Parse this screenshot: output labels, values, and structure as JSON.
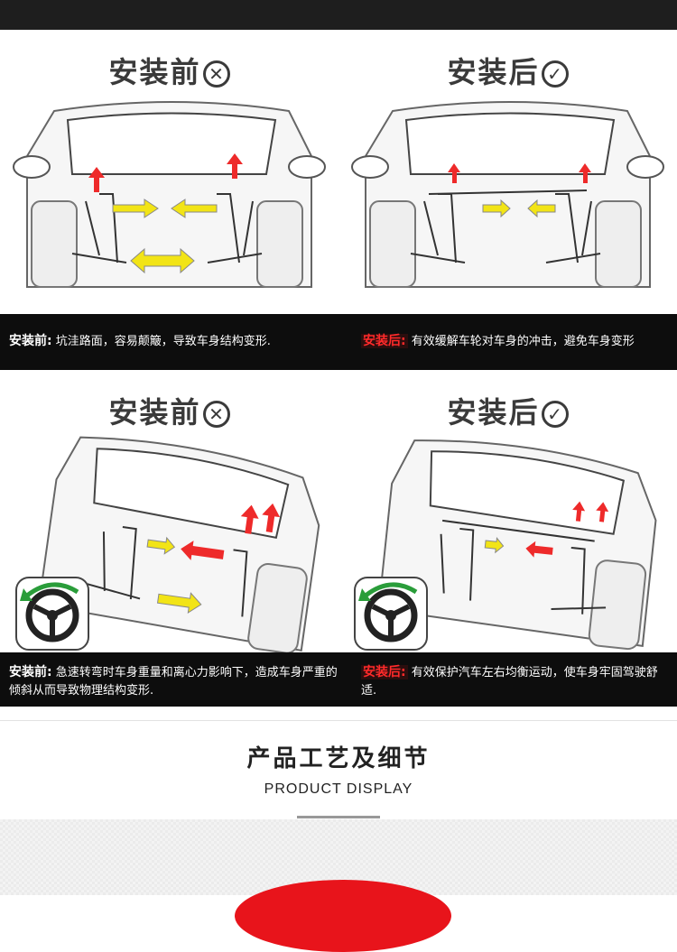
{
  "panels_row1": {
    "before_heading": "安装前",
    "before_mark": "✕",
    "after_heading": "安装后",
    "after_mark": "✓"
  },
  "caption_row1": {
    "before_label": "安装前:",
    "before_text": "坑洼路面，容易颠簸，导致车身结构变形.",
    "after_label": "安装后:",
    "after_text": "有效缓解车轮对车身的冲击，避免车身变形"
  },
  "panels_row2": {
    "before_heading": "安装前",
    "before_mark": "✕",
    "after_heading": "安装后",
    "after_mark": "✓"
  },
  "caption_row2": {
    "before_label": "安装前:",
    "before_text": "急速转弯时车身重量和离心力影响下，造成车身严重的倾斜从而导致物理结构变形.",
    "after_label": "安装后:",
    "after_text": "有效保护汽车左右均衡运动，使车身牢固驾驶舒适."
  },
  "product_section": {
    "title": "产品工艺及细节",
    "subtitle": "PRODUCT DISPLAY"
  },
  "colors": {
    "arrow_yellow": "#f2e416",
    "arrow_red": "#ee2a2a",
    "caption_bg": "#0d0d0d",
    "after_label_red": "#ff2a2a",
    "accent_red": "#e8141b"
  },
  "icons": {
    "steering": "steering-wheel-icon",
    "turn": "turn-arrow-icon"
  }
}
